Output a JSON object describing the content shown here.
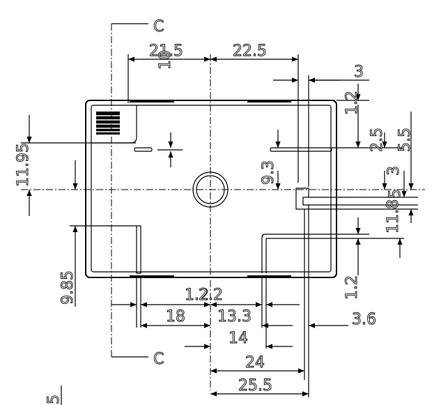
{
  "section_marks": {
    "top": "C",
    "bottom": "C"
  },
  "dimensions": {
    "d_21_5": "21.5",
    "d_22_5": "22.5",
    "d_3": "3",
    "d_1_2_top": "1.2",
    "d_10": "10",
    "d_2_5": "2.5",
    "d_5_5": "5.5",
    "d_3_right": "3",
    "d_11_95": "11.95",
    "d_9_3": "9.3",
    "d_11_8": "11.8",
    "d_5_right": "5",
    "d_9_85": "9.85",
    "d_1_2_right": "1.2",
    "d_1_2_bottom": "1.2",
    "d_2_2": "2.2",
    "d_18": "18",
    "d_13_3": "13.3",
    "d_3_6": "3.6",
    "d_14": "14",
    "d_24": "24",
    "d_25_5": "25.5",
    "d_5_corner": "5"
  }
}
